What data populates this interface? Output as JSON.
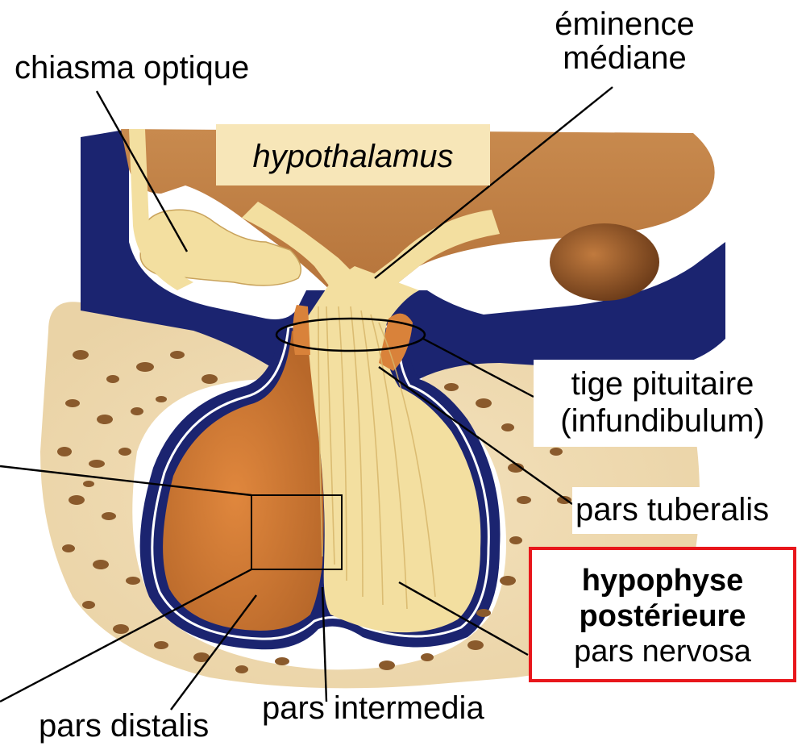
{
  "labels": {
    "chiasma": "chiasma optique",
    "eminence_line1": "éminence",
    "eminence_line2": "médiane",
    "hypothalamus": "hypothalamus",
    "tige_line1": "tige pituitaire",
    "tige_line2": "(infundibulum)",
    "tuberalis": "pars tuberalis",
    "posterior_line1": "hypophyse",
    "posterior_line2": "postérieure",
    "posterior_line3": "pars nervosa",
    "intermedia": "pars intermedia",
    "distalis": "pars distalis"
  },
  "colors": {
    "highlight_border": "#e8161b",
    "hypothalamus_box": "#f7e6b8",
    "nervous_tissue": "#f3dfa0",
    "glandular_tissue": "#d9823a",
    "meninges": "#1b2470",
    "bone": "#efd7aa"
  }
}
